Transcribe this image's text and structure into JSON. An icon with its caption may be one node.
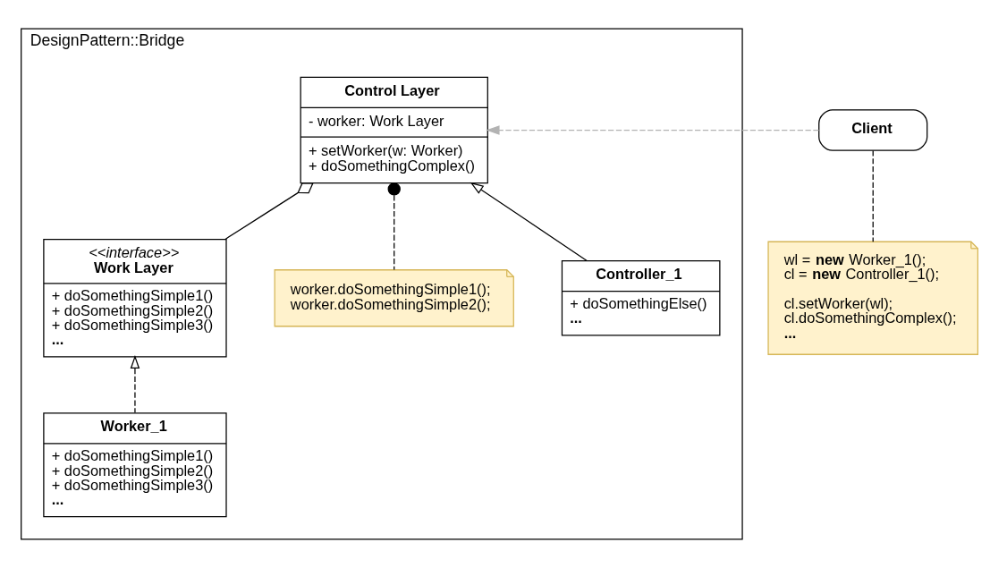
{
  "diagram": {
    "nodes": [
      {
        "text": [
          "DesignPattern::Bridge"
        ]
      },
      {
        "text": [
          "Client"
        ]
      },
      {
        "text": [
          "Control Layer",
          "- worker: Work Layer",
          "+ setWorker(w: Worker)",
          "+ doSomethingComplex()"
        ],
        "in": 0
      },
      {
        "text": [
          "<<interface>>",
          "Work Layer",
          "+ doSomethingSimple1()",
          "+ doSomethingSimple2()",
          "+ doSomethingSimple3()",
          "..."
        ],
        "in": 0
      },
      {
        "text": [
          "worker.doSomethingSimple1();",
          "worker.doSomethingSimple2();"
        ],
        "in": 0
      },
      {
        "text": [
          "Controller_1",
          "+ doSomethingElse()",
          "..."
        ],
        "in": 0
      },
      {
        "text": [
          "Worker_1",
          "+ doSomethingSimple1()",
          "+ doSomethingSimple2()",
          "+ doSomethingSimple3()",
          "..."
        ],
        "in": 0
      },
      {
        "text": [
          "wl = **new** Worker_1();",
          "cl = **new** Controller_1();",
          "cl.setWorker(wl);",
          "cl.doSomethingComplex();",
          "..."
        ]
      }
    ],
    "edges": [
      {
        "from": 1,
        "to": 2,
        "arrow": "to",
        "style": "dashed",
        "color": "#b3b3b3"
      },
      {
        "from": 3,
        "to": 2,
        "arrow": "other"
      },
      {
        "from": 4,
        "to": 2,
        "arrow": "other",
        "style": "dashed"
      },
      {
        "from": 5,
        "to": 2,
        "arrow": "to"
      },
      {
        "from": 6,
        "to": 3,
        "arrow": "to",
        "style": "dashed"
      },
      {
        "from": 1,
        "to": 7,
        "arrow": "none",
        "style": "dashed"
      }
    ]
  }
}
